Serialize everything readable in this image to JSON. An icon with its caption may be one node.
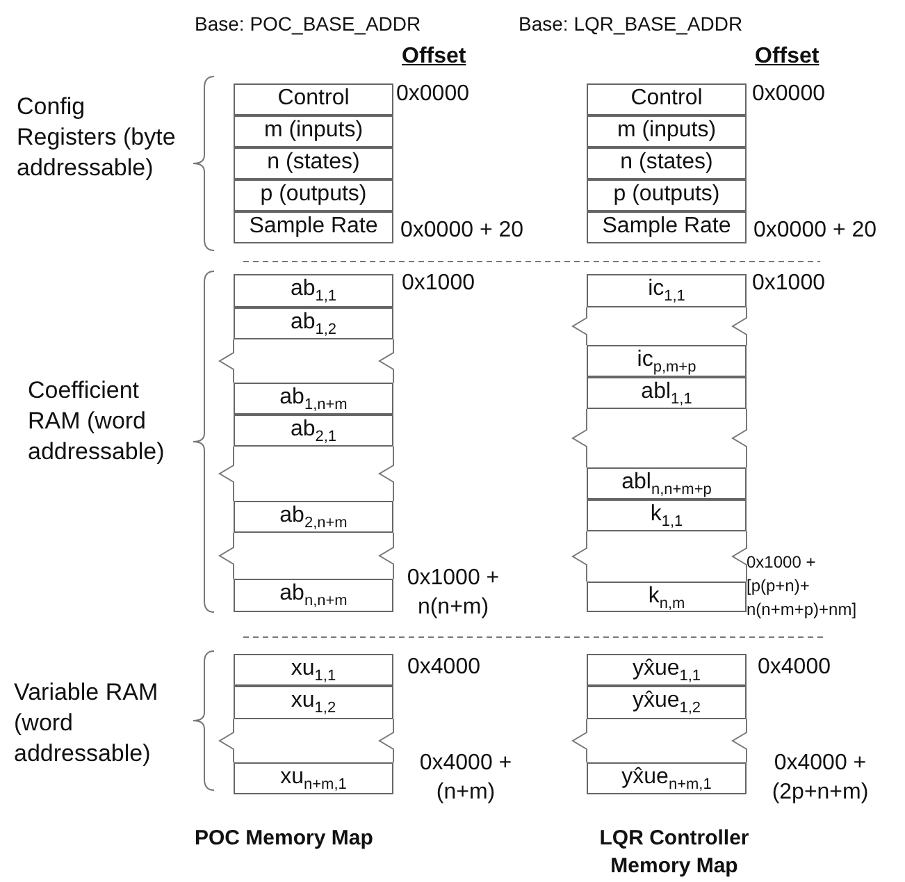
{
  "diagram": {
    "nodes": [
      {
        "text": [
          "Control"
        ]
      },
      {
        "text": [
          "m (inputs)"
        ]
      },
      {
        "text": [
          "n (states)"
        ]
      },
      {
        "text": [
          "p (outputs)"
        ]
      },
      {
        "text": [
          "Sample Rate"
        ]
      },
      {
        "text": [
          "ab$_{1,1}$"
        ]
      },
      {
        "text": [
          "ab$_{1,2}$"
        ]
      },
      {
        "text": [
          "ab$_{1,n+m}$"
        ]
      },
      {
        "text": [
          "ab$_{2,1}$"
        ]
      },
      {
        "text": [
          "ab$_{2,n+m}$"
        ]
      },
      {
        "text": [
          "ab$_{n,n+m}$"
        ]
      },
      {
        "text": [
          "xu$_{1,1}$"
        ]
      },
      {
        "text": [
          "xu$_{1,2}$"
        ]
      },
      {
        "text": [
          "xu$_{n+m,1}$"
        ]
      },
      {
        "text": [
          "Control"
        ]
      },
      {
        "text": [
          "m (inputs)"
        ]
      },
      {
        "text": [
          "n (states)"
        ]
      },
      {
        "text": [
          "p (outputs)"
        ]
      },
      {
        "text": [
          "Sample Rate"
        ]
      },
      {
        "text": [
          "ic$_{1,1}$"
        ]
      },
      {
        "text": [
          "ic$_{p,m+p}$"
        ]
      },
      {
        "text": [
          "abl$_{1,1}$"
        ]
      },
      {
        "text": [
          "abl$_{n,n+m+p}$"
        ]
      },
      {
        "text": [
          "k$_{1,1}$"
        ]
      },
      {
        "text": [
          "k$_{n,m}$"
        ]
      },
      {
        "text": [
          "yx̂ue$_{1,1}$"
        ]
      },
      {
        "text": [
          "yx̂ue$_{1,2}$"
        ]
      },
      {
        "text": [
          "yx̂ue$_{n+m,1}$"
        ]
      }
    ],
    "labels": [
      "Base: POC_BASE_ADDR",
      "Base: LQR_BASE_ADDR",
      "Offset",
      "Offset",
      "Config Registers (byte addressable)",
      "0x0000",
      "0x0000",
      "0x0000 + 20",
      "0x0000 + 20",
      "Coefficient RAM (word addressable)",
      "0x1000",
      "0x1000",
      "0x1000 + n(n+m)",
      "0x1000 + [p(p+n)+ n(n+m+p)+nm]",
      "Variable RAM (word addressable)",
      "0x4000",
      "0x4000",
      "0x4000 + (n+m)",
      "0x4000 + (2p+n+m)",
      "POC Memory Map",
      "LQR Controller Memory Map"
    ]
  }
}
